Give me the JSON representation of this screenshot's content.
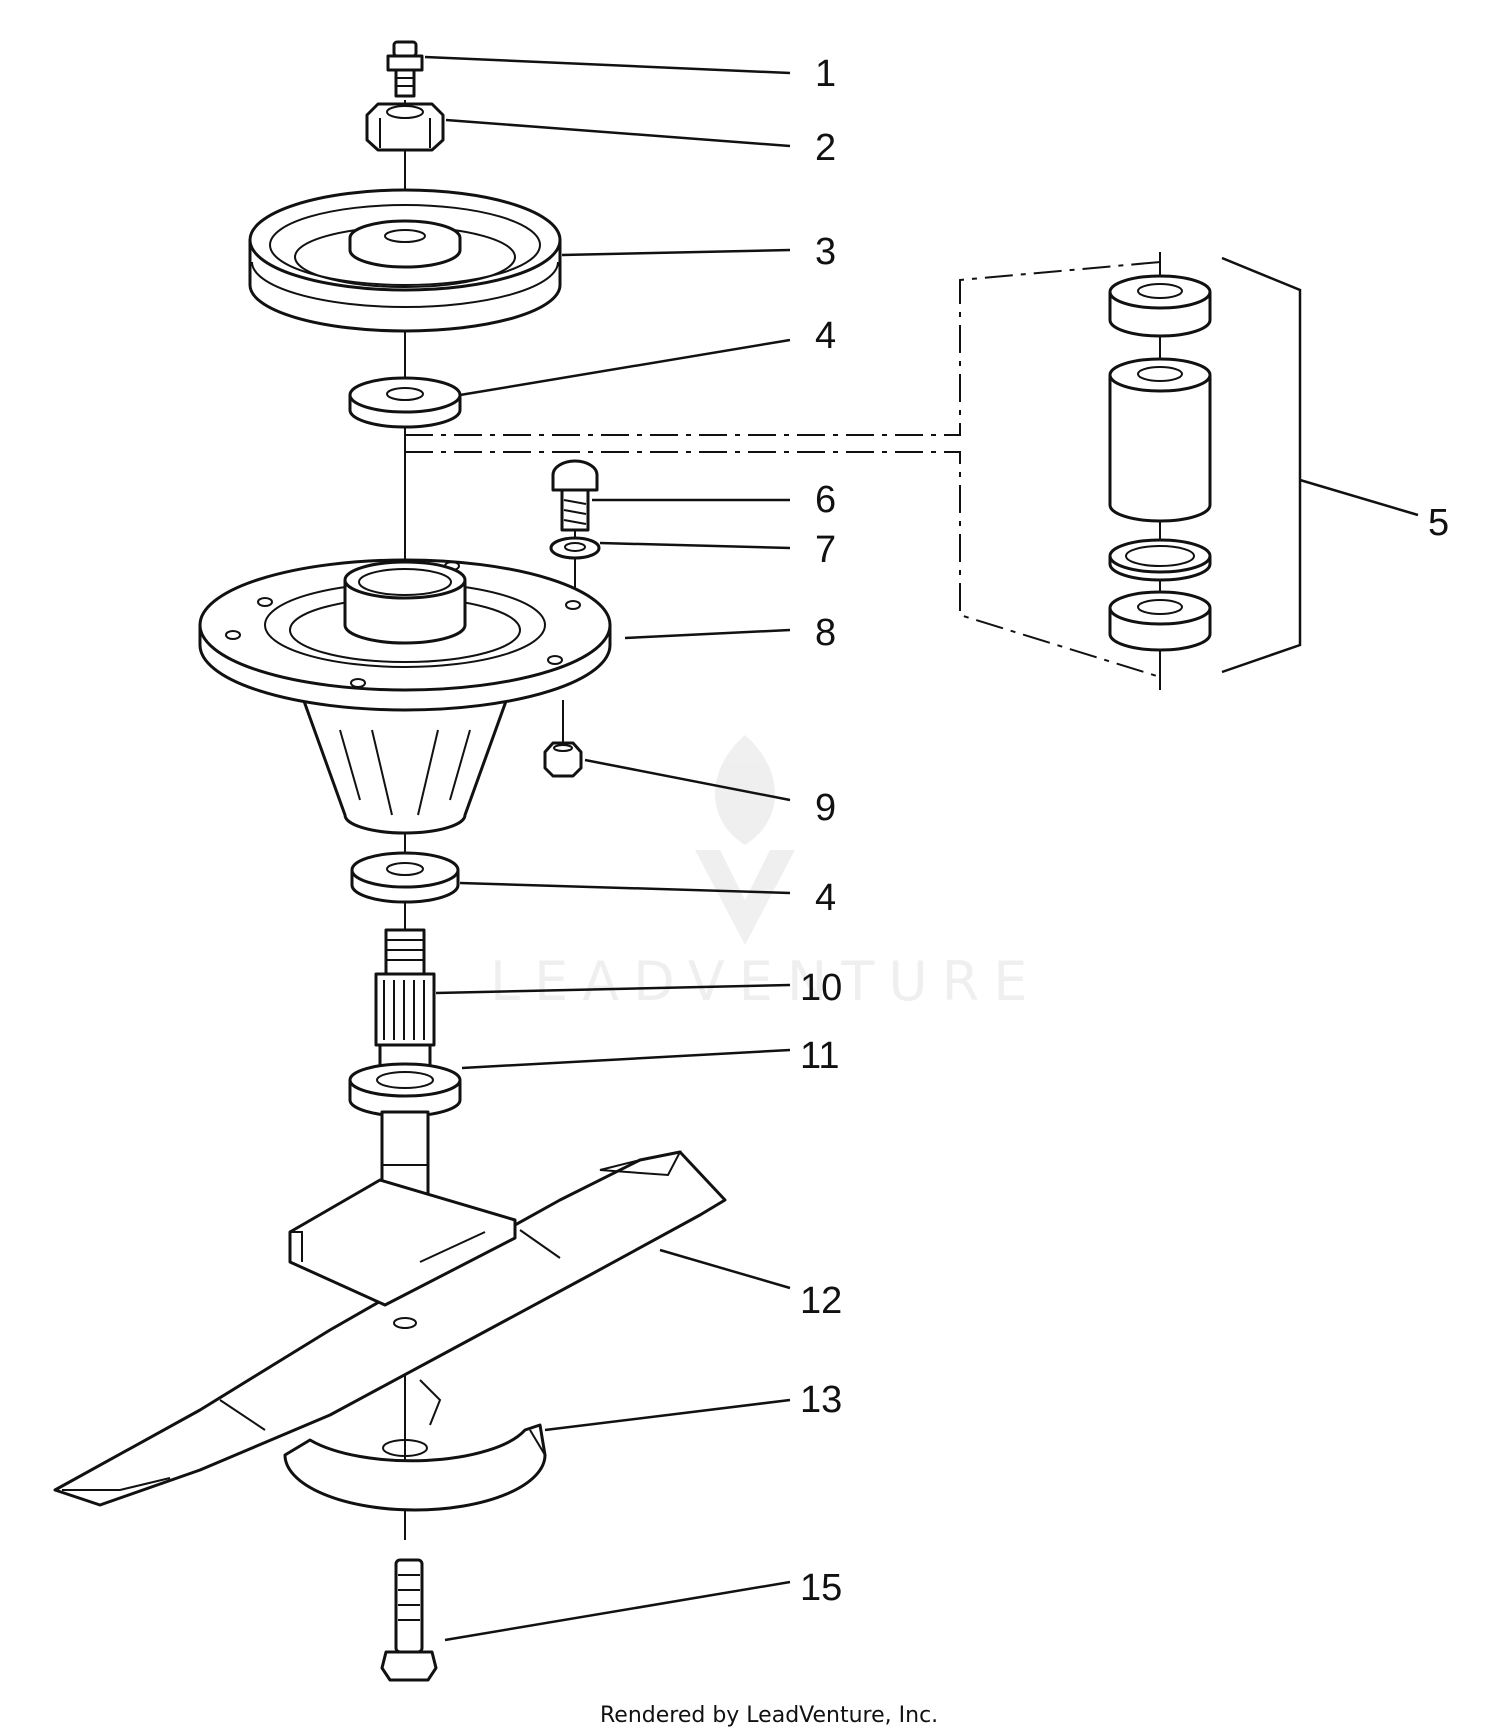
{
  "callouts": [
    "1",
    "2",
    "3",
    "4",
    "5",
    "6",
    "7",
    "8",
    "9",
    "4",
    "10",
    "11",
    "12",
    "13",
    "15"
  ],
  "credit": "Rendered by LeadVenture, Inc.",
  "watermark": "LEADVENTURE"
}
